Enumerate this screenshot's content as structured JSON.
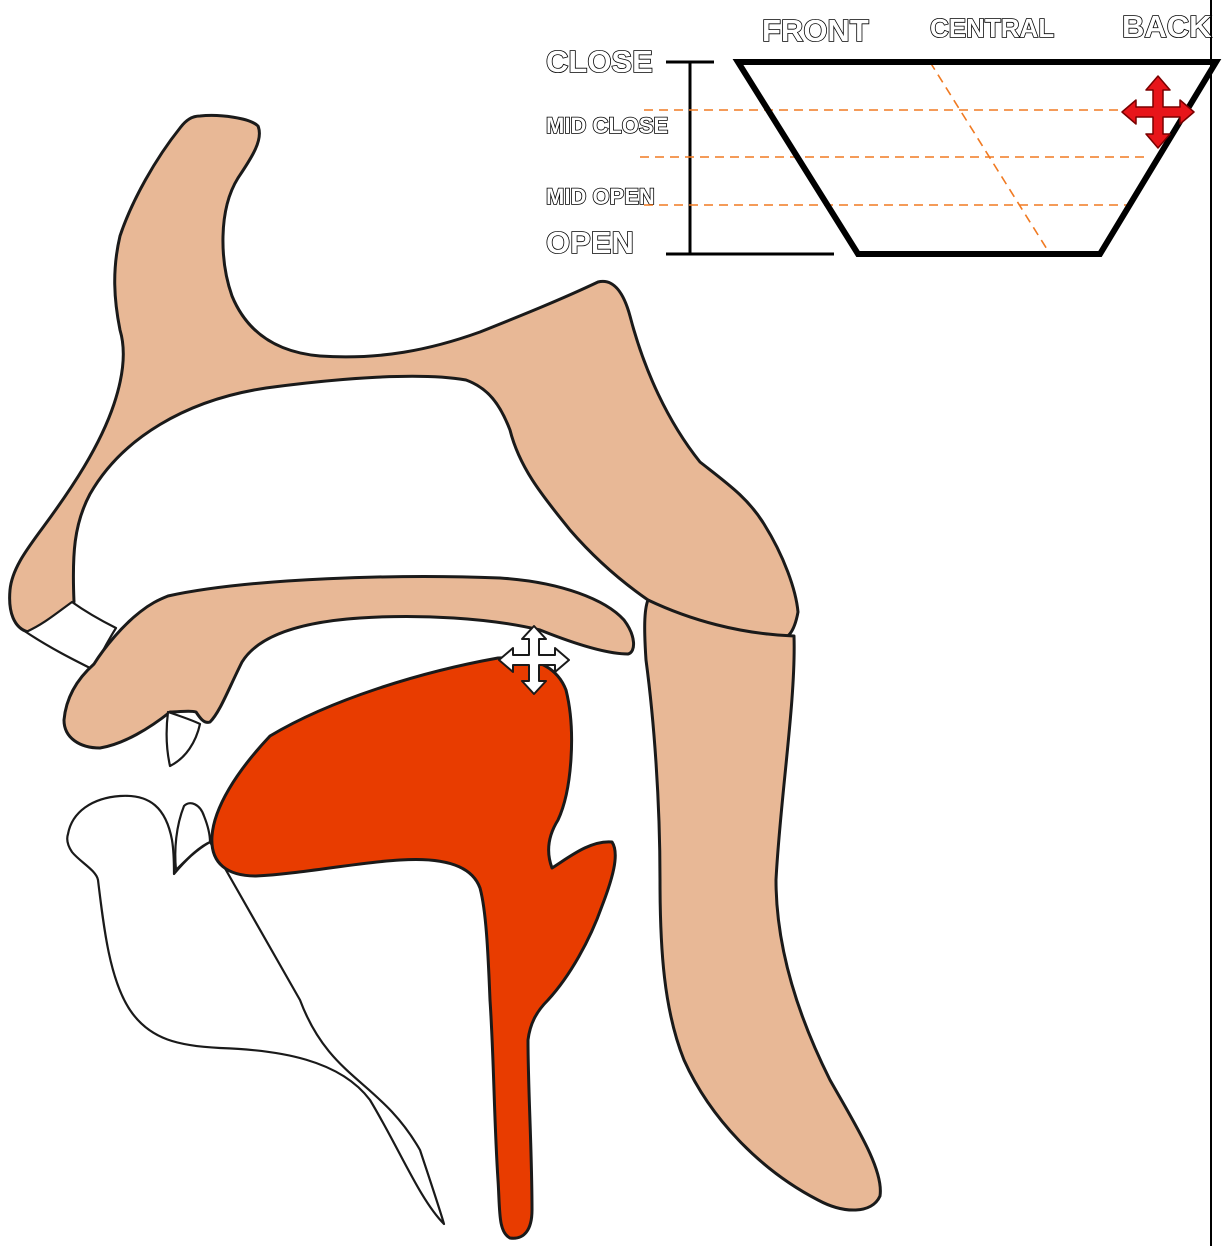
{
  "vowel_chart": {
    "columns": {
      "front": "FRONT",
      "central": "CENTRAL",
      "back": "BACK"
    },
    "rows": {
      "close": "CLOSE",
      "mid_close": "MID CLOSE",
      "mid_open": "MID OPEN",
      "open": "OPEN"
    },
    "marker_color": "#e8151a",
    "guide_color": "#f07a22"
  },
  "vocal_tract": {
    "tissue_color": "#e8b896",
    "tongue_color": "#e83c00",
    "tongue_handle_icon": "move-arrows-icon",
    "chart_marker_icon": "move-arrows-icon"
  }
}
